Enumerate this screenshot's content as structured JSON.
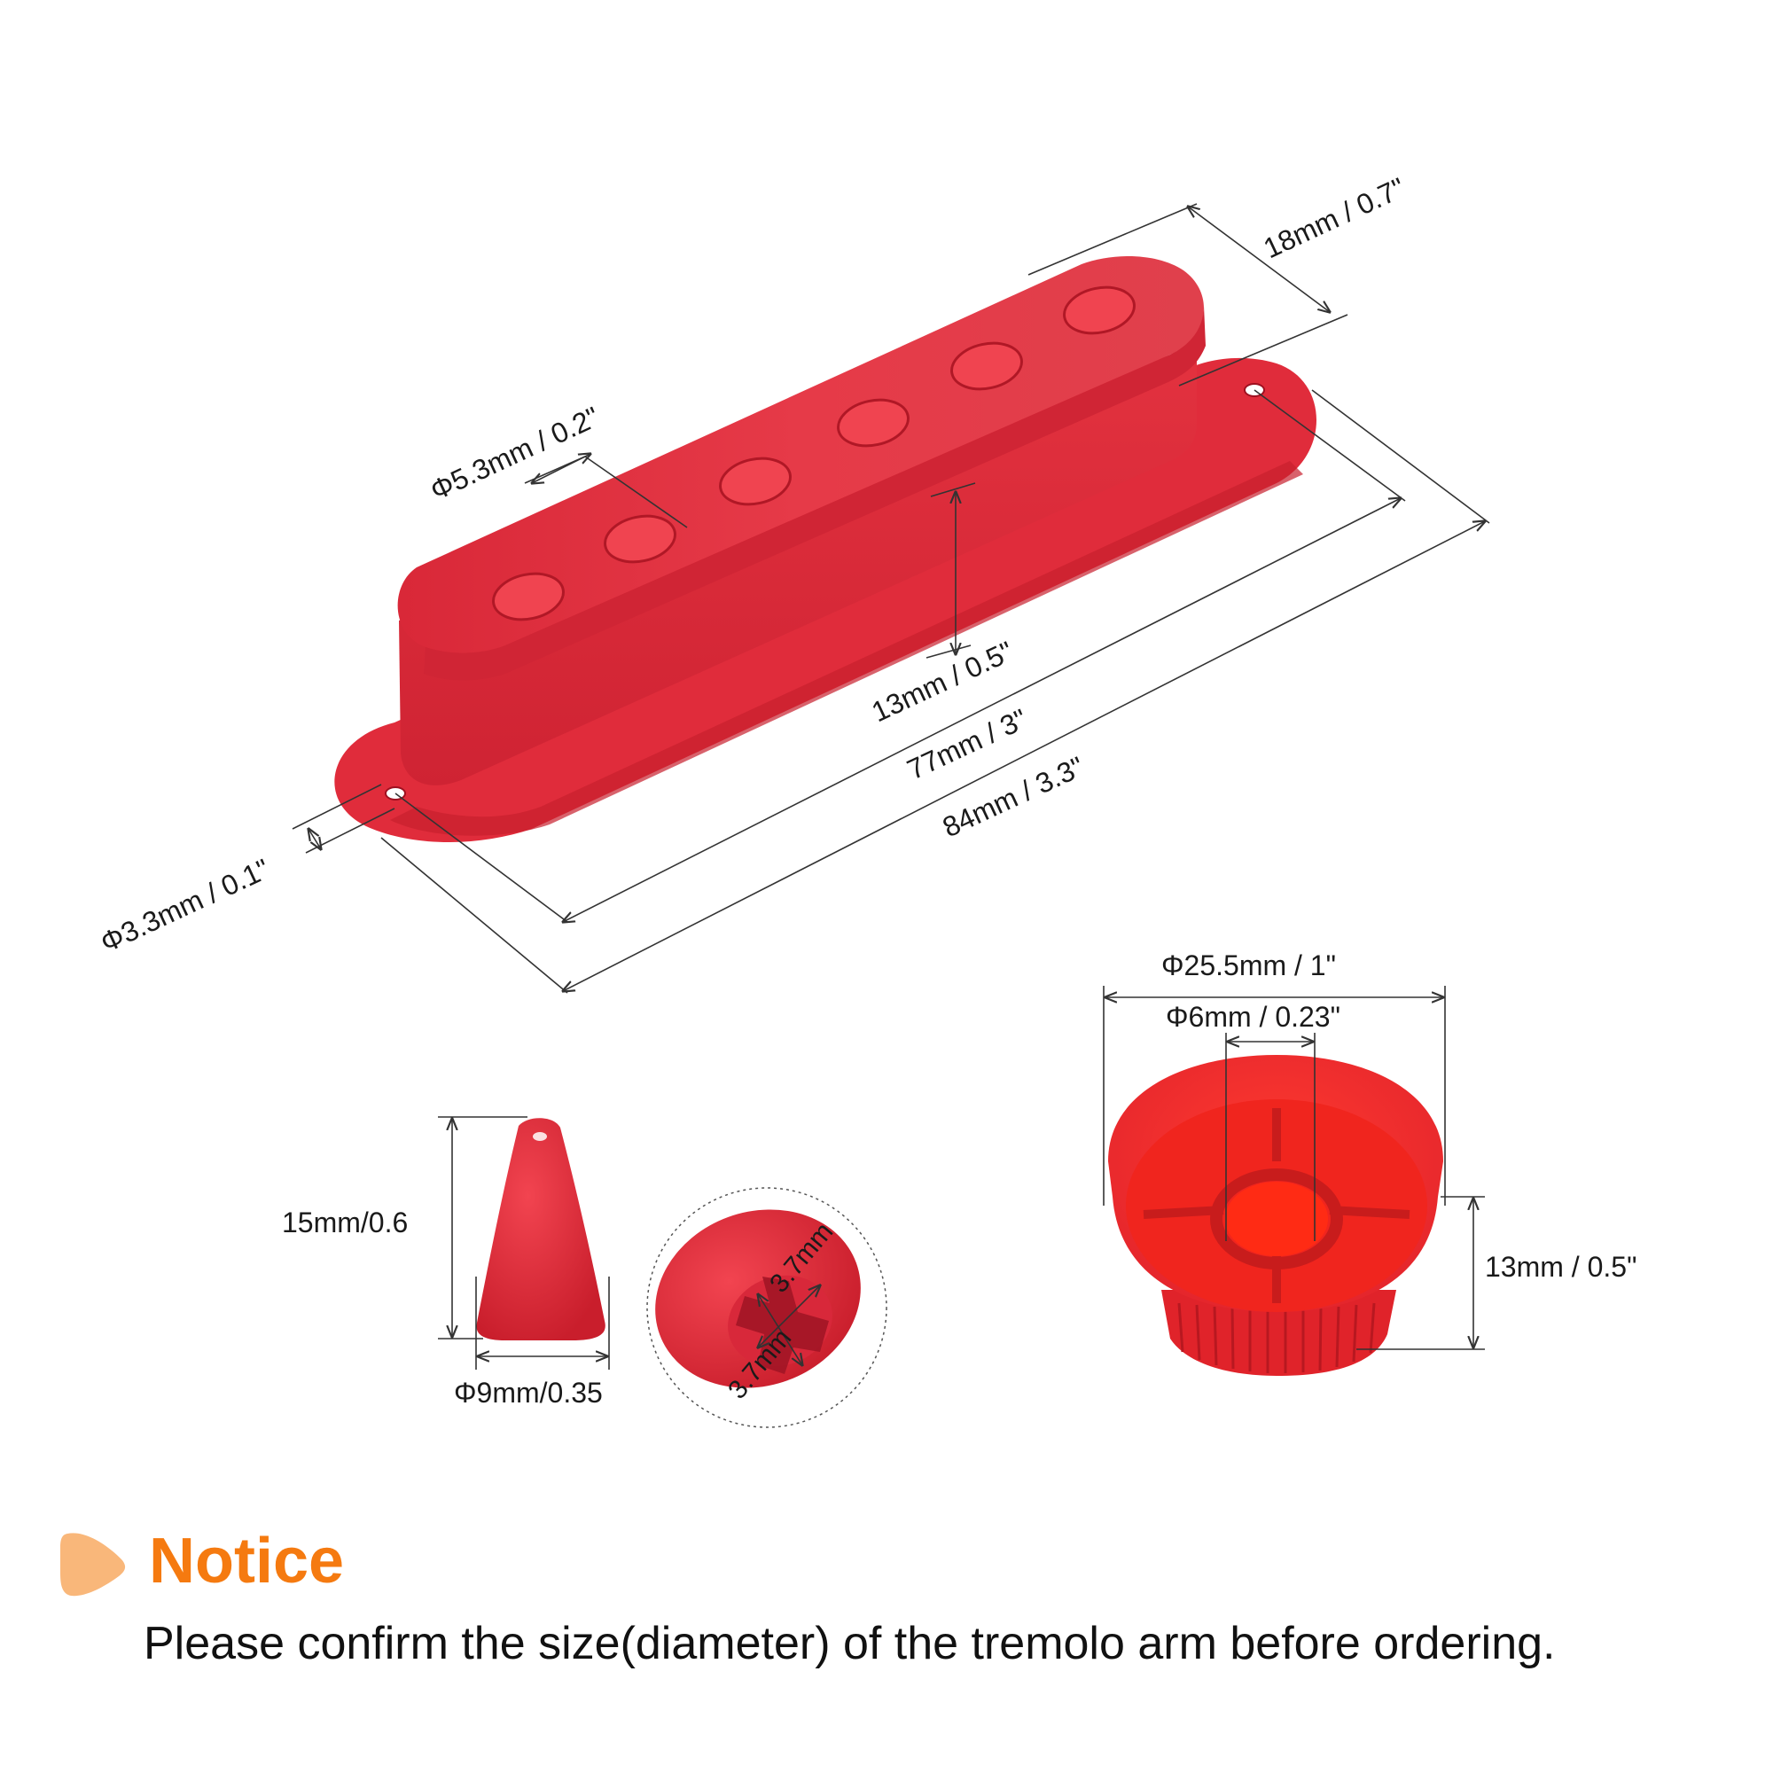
{
  "colors": {
    "part_red": "#e2303e",
    "part_red_dark": "#b81c2a",
    "knob_red": "#ef2b2e",
    "notice_orange": "#f57a10",
    "notice_icon": "#f9b77a"
  },
  "labels": {
    "pickup_width": "18mm / 0.7\"",
    "pole_hole": "Φ5.3mm / 0.2\"",
    "pickup_height": "13mm / 0.5\"",
    "hole_spacing": "77mm / 3\"",
    "pickup_length": "84mm / 3.3\"",
    "mount_hole": "Φ3.3mm / 0.1\"",
    "tip_height": "15mm/0.6",
    "tip_diameter": "Φ9mm/0.35",
    "tip_slot_a": "3.7mm",
    "tip_slot_b": "3.7mm",
    "knob_diameter": "Φ25.5mm / 1\"",
    "knob_shaft": "Φ6mm / 0.23\"",
    "knob_height": "13mm / 0.5\""
  },
  "notice": {
    "title": "Notice",
    "text": "Please confirm the size(diameter) of the tremolo arm before ordering."
  }
}
